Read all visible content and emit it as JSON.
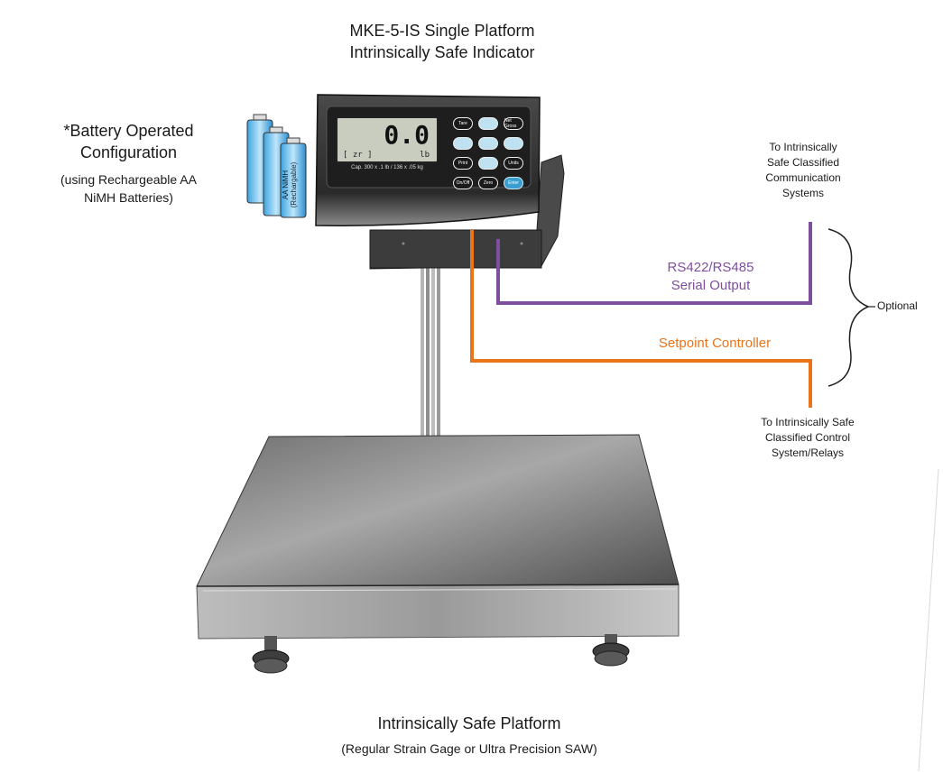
{
  "title": [
    "MKE-5-IS Single Platform",
    "Intrinsically Safe Indicator"
  ],
  "battery": {
    "title": [
      "*Battery Operated",
      "Configuration"
    ],
    "subtitle": [
      "(using Rechargeable AA",
      "NiMH Batteries)"
    ],
    "cell_label": [
      "AA NiMH",
      "(Rechargable)"
    ]
  },
  "indicator": {
    "display_value": "0.0",
    "display_zr": "[ zr ]",
    "display_unit": "lb",
    "capacity": "Cap. 300 x .1 lb / 136 x .05 kg",
    "keys": [
      "Tare",
      "",
      "Net Gross",
      "",
      "",
      "",
      "Print",
      "",
      "Units",
      "On/Off",
      "Zero",
      "Enter"
    ]
  },
  "comm": {
    "text": [
      "To Intrinsically",
      "Safe Classified",
      "Communication",
      "Systems"
    ],
    "line_label": [
      "RS422/RS485",
      "Serial Output"
    ],
    "color": "#7f4f9f"
  },
  "control": {
    "text": [
      "To Intrinsically Safe",
      "Classified Control",
      "System/Relays"
    ],
    "line_label": "Setpoint Controller",
    "color": "#e8741c"
  },
  "optional_label": "Optional",
  "platform": {
    "title": "Intrinsically Safe Platform",
    "subtitle": "(Regular Strain Gage or Ultra Precision SAW)"
  }
}
